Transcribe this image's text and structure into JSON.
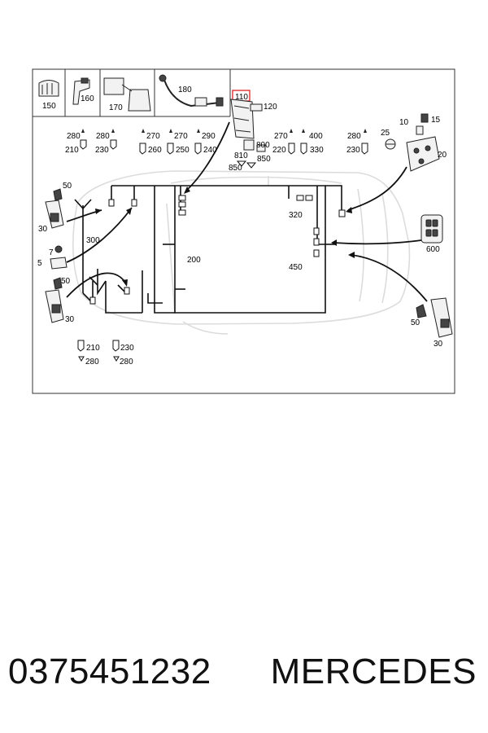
{
  "callouts": {
    "c150": "150",
    "c160": "160",
    "c170": "170",
    "c180": "180",
    "c110": "110",
    "c120": "120",
    "c280a": "280",
    "c210a": "210",
    "c280b": "280",
    "c230a": "230",
    "c270a": "270",
    "c260": "260",
    "c270b": "270",
    "c250": "250",
    "c290": "290",
    "c240": "240",
    "c800": "800",
    "c810": "810",
    "c850a": "850",
    "c850b": "850",
    "c270c": "270",
    "c220": "220",
    "c400": "400",
    "c330": "330",
    "c280c": "280",
    "c230b": "230",
    "c10": "10",
    "c15": "15",
    "c25": "25",
    "c20": "20",
    "c50a": "50",
    "c30a": "30",
    "c300": "300",
    "c7": "7",
    "c5": "5",
    "c50b": "50",
    "c30b": "30",
    "c200": "200",
    "c320": "320",
    "c450": "450",
    "c600": "600",
    "c50c": "50",
    "c30c": "30",
    "c210b": "210",
    "c280d": "280",
    "c230c": "230",
    "c280e": "280"
  },
  "highlight_color": "#e03030",
  "footer": {
    "part_number": "0375451232",
    "brand": "MERCEDES"
  }
}
